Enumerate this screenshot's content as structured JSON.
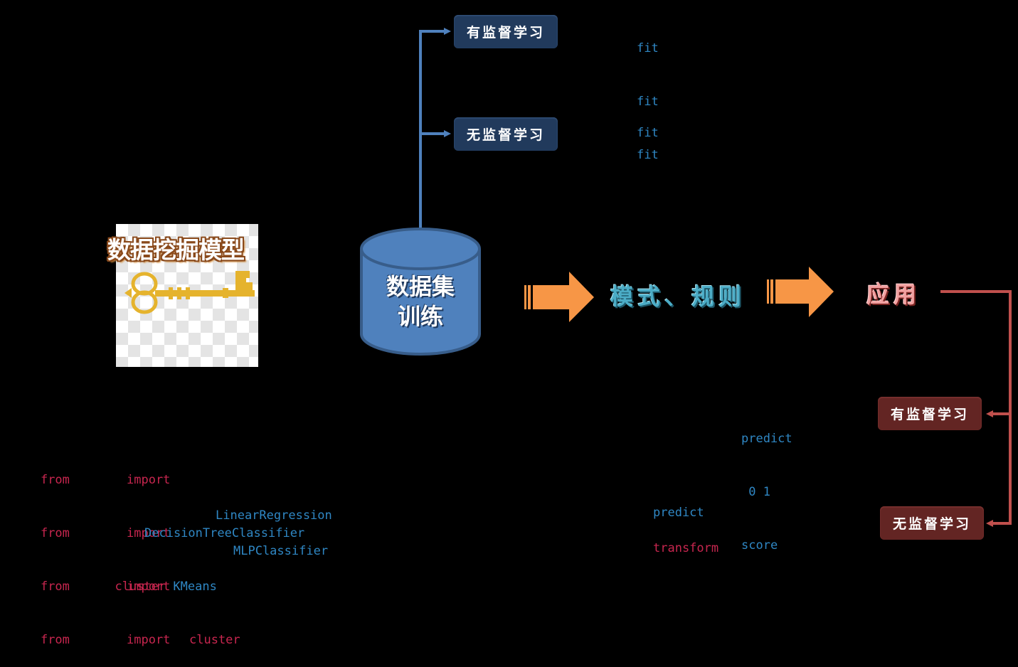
{
  "colors": {
    "blue_connector": "#4f81bd",
    "red_connector": "#c0504d",
    "orange_arrow": "#f79646",
    "cylinder_fill": "#4f81bd",
    "cylinder_stroke": "#385d8a",
    "pattern_text": "#4bacc6",
    "app_text": "#f2a0a0",
    "code_blue": "#2f87c4",
    "code_red": "#c8264f"
  },
  "logo": {
    "title": "数据挖掘模型",
    "key_icon": "key-icon"
  },
  "dataset": {
    "line1": "数据集",
    "line2": "训练"
  },
  "train_branches": {
    "supervised": "有监督学习",
    "unsupervised": "无监督学习"
  },
  "fit_lines": {
    "supervised": [
      "fit",
      "fit",
      "fit"
    ],
    "unsupervised": "fit"
  },
  "pattern_label": "模式、规则",
  "application_label": "应用",
  "app_branches": {
    "supervised": "有监督学习",
    "unsupervised": "无监督学习"
  },
  "supervised_methods": {
    "line1": "predict",
    "line2": " 0 1",
    "line3": "score"
  },
  "unsupervised_methods": {
    "line1": "predict",
    "line2": "transform"
  },
  "imports": [
    {
      "from": "from",
      "import": "import",
      "module": ""
    },
    {
      "from": "from",
      "import": "import",
      "module": ""
    },
    {
      "from": "from",
      "import": "import",
      "module": ""
    },
    {
      "from": "from",
      "import": "import",
      "module": "cluster"
    }
  ],
  "classes": {
    "linear": "LinearRegression",
    "tree": "DecisionTreeClassifier",
    "mlp": "MLPClassifier",
    "cluster_prefix": "cluster",
    "kmeans": "KMeans"
  }
}
